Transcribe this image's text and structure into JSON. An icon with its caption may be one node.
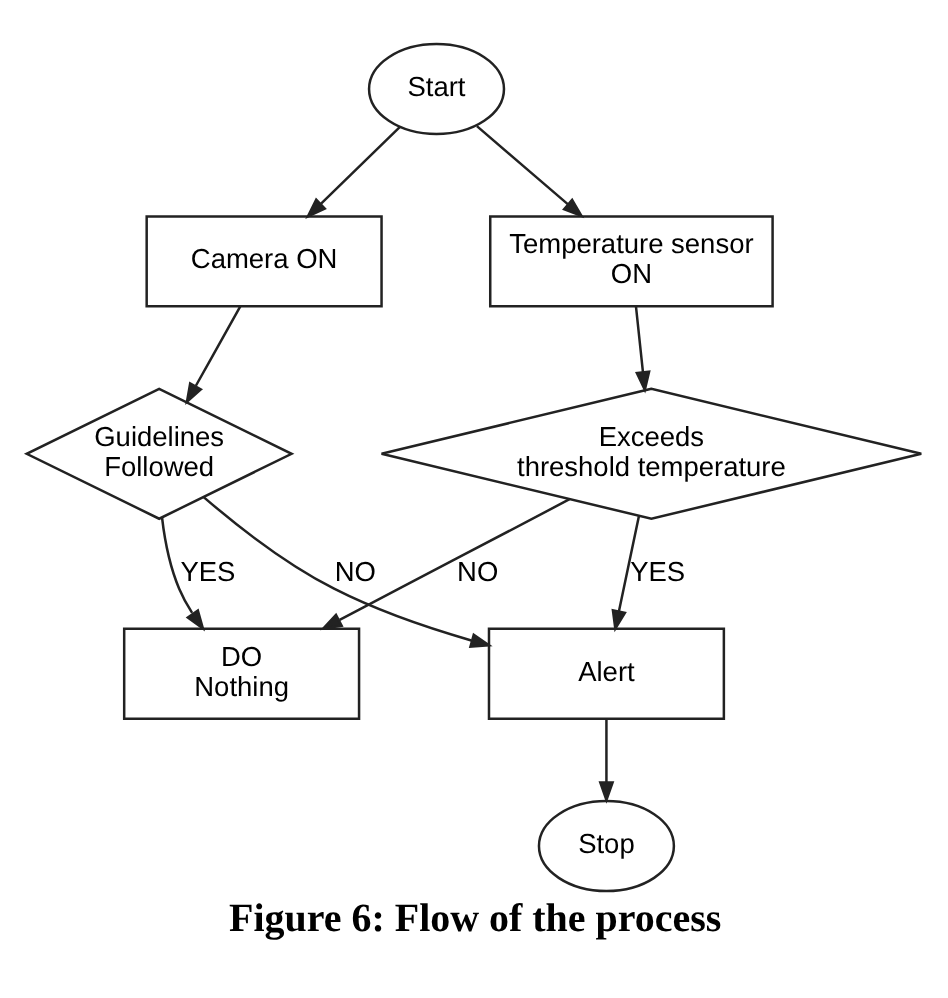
{
  "diagram": {
    "caption": "Figure 6: Flow of the process",
    "nodes": [
      {
        "text": [
          "Start"
        ]
      },
      {
        "text": [
          "Camera ON"
        ]
      },
      {
        "text": [
          "Temperature sensor ON"
        ]
      },
      {
        "text": [
          "DO Nothing"
        ]
      },
      {
        "text": [
          "Guidelines Followed"
        ]
      },
      {
        "text": [
          "Exceeds threshold temperature"
        ]
      },
      {
        "text": [
          "Alert"
        ]
      },
      {
        "text": [
          "Stop"
        ]
      }
    ],
    "edges": [
      {
        "from": 0,
        "to": 1,
        "arrow": "to"
      },
      {
        "from": 0,
        "to": 2,
        "arrow": "to"
      },
      {
        "from": 1,
        "to": 4,
        "arrow": "to"
      },
      {
        "from": 2,
        "to": 5,
        "arrow": "to"
      },
      {
        "from": 4,
        "to": 3,
        "label": "YES",
        "arrow": "to"
      },
      {
        "from": 5,
        "to": 3,
        "label": "NO",
        "arrow": "to"
      },
      {
        "from": 4,
        "to": 6,
        "label": "NO",
        "arrow": "to"
      },
      {
        "from": 5,
        "to": 6,
        "label": "YES",
        "arrow": "to"
      },
      {
        "from": 6,
        "to": 7,
        "arrow": "to"
      }
    ]
  }
}
